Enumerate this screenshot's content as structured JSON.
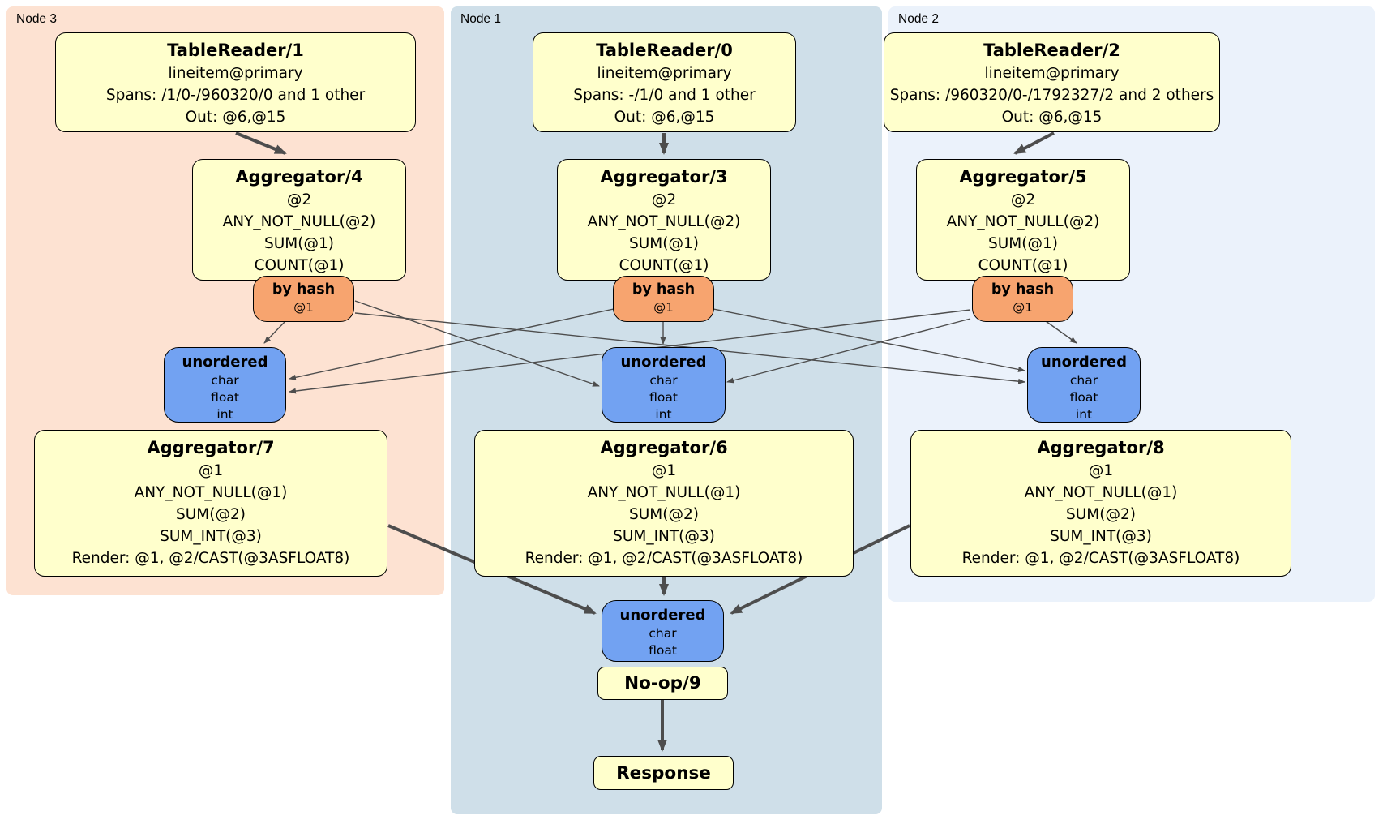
{
  "diagram": {
    "clusters": [
      {
        "label": "Node 3",
        "color": "#fde2d2"
      },
      {
        "label": "Node 1",
        "color": "#cfdfe9"
      },
      {
        "label": "Node 2",
        "color": "#ebf2fb"
      }
    ],
    "colors": {
      "processor_fill": "#ffffcc",
      "router_fill": "#f7a46f",
      "sync_fill": "#72a2f2",
      "edge": "#4d4d4d"
    },
    "processors": {
      "tr1": {
        "title": "TableReader/1",
        "lines": [
          "lineitem@primary",
          "Spans: /1/0-/960320/0 and 1 other",
          "Out: @6,@15"
        ]
      },
      "tr0": {
        "title": "TableReader/0",
        "lines": [
          "lineitem@primary",
          "Spans: -/1/0 and 1 other",
          "Out: @6,@15"
        ]
      },
      "tr2": {
        "title": "TableReader/2",
        "lines": [
          "lineitem@primary",
          "Spans: /960320/0-/1792327/2 and 2 others",
          "Out: @6,@15"
        ]
      },
      "agg4": {
        "title": "Aggregator/4",
        "lines": [
          "@2",
          "ANY_NOT_NULL(@2)",
          "SUM(@1)",
          "COUNT(@1)"
        ]
      },
      "agg3": {
        "title": "Aggregator/3",
        "lines": [
          "@2",
          "ANY_NOT_NULL(@2)",
          "SUM(@1)",
          "COUNT(@1)"
        ]
      },
      "agg5": {
        "title": "Aggregator/5",
        "lines": [
          "@2",
          "ANY_NOT_NULL(@2)",
          "SUM(@1)",
          "COUNT(@1)"
        ]
      },
      "agg7": {
        "title": "Aggregator/7",
        "lines": [
          "@1",
          "ANY_NOT_NULL(@1)",
          "SUM(@2)",
          "SUM_INT(@3)",
          "Render: @1, @2/CAST(@3ASFLOAT8)"
        ]
      },
      "agg6": {
        "title": "Aggregator/6",
        "lines": [
          "@1",
          "ANY_NOT_NULL(@1)",
          "SUM(@2)",
          "SUM_INT(@3)",
          "Render: @1, @2/CAST(@3ASFLOAT8)"
        ]
      },
      "agg8": {
        "title": "Aggregator/8",
        "lines": [
          "@1",
          "ANY_NOT_NULL(@1)",
          "SUM(@2)",
          "SUM_INT(@3)",
          "Render: @1, @2/CAST(@3ASFLOAT8)"
        ]
      },
      "noop": {
        "title": "No-op/9"
      },
      "response": {
        "title": "Response"
      }
    },
    "routers": [
      {
        "label": "by hash",
        "detail": "@1"
      },
      {
        "label": "by hash",
        "detail": "@1"
      },
      {
        "label": "by hash",
        "detail": "@1"
      }
    ],
    "syncs": [
      {
        "label": "unordered",
        "items": [
          "char",
          "float",
          "int"
        ]
      },
      {
        "label": "unordered",
        "items": [
          "char",
          "float",
          "int"
        ]
      },
      {
        "label": "unordered",
        "items": [
          "char",
          "float",
          "int"
        ]
      }
    ],
    "final_sync": {
      "label": "unordered",
      "items": [
        "char",
        "float"
      ]
    }
  }
}
